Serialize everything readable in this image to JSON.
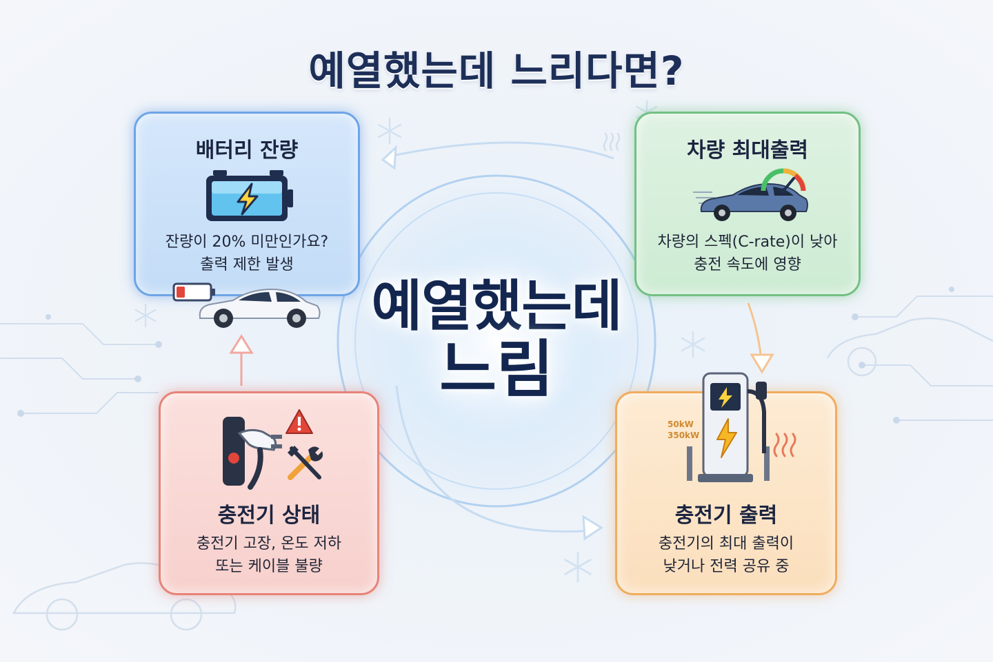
{
  "title": "예열했는데 느리다면?",
  "center": {
    "line1": "예열했는데",
    "line2": "느림"
  },
  "cards": {
    "battery": {
      "title": "배터리 잔량",
      "desc_line1": "잔량이 20% 미만인가요?",
      "desc_line2": "출력 제한 발생"
    },
    "vehicle": {
      "title": "차량 최대출력",
      "desc_line1": "차량의 스펙(C-rate)이 낮아",
      "desc_line2": "충전 속도에 영향"
    },
    "status": {
      "title": "충전기 상태",
      "desc_line1": "충전기 고장, 온도 저하",
      "desc_line2": "또는 케이블 불량"
    },
    "output": {
      "title": "충전기 출력",
      "desc_line1": "충전기의 최대 출력이",
      "desc_line2": "낮거나 전력 공유 중"
    }
  },
  "charger_labels": {
    "label1": "50kW",
    "label2": "350kW"
  },
  "icons": [
    "battery-icon",
    "lightning-icon",
    "low-battery-icon",
    "car-icon",
    "speedometer-icon",
    "plug-icon",
    "warning-icon",
    "tools-icon",
    "charging-station-icon",
    "heat-icon",
    "snowflake-icon"
  ],
  "colors": {
    "title": "#1d2f58",
    "battery": "#6ea4e6",
    "vehicle": "#72c083",
    "status": "#e68378",
    "output": "#f0ac5e"
  }
}
